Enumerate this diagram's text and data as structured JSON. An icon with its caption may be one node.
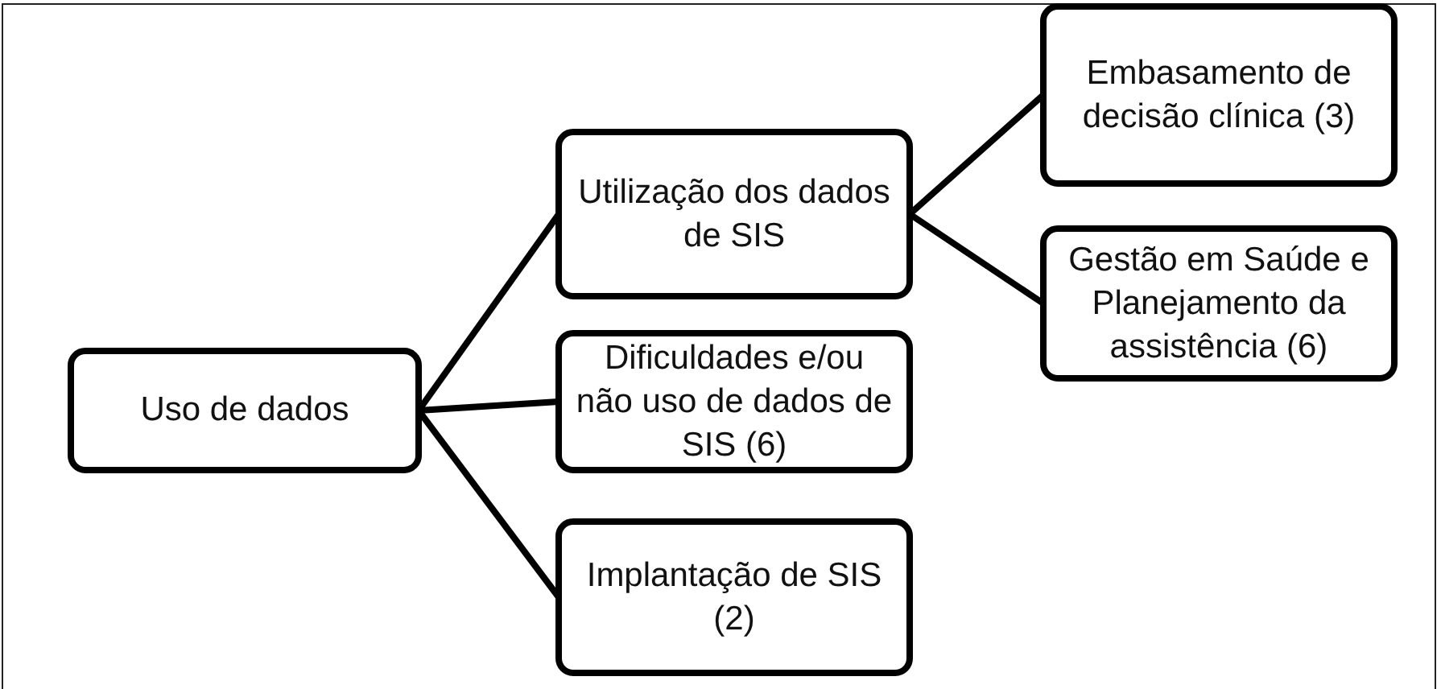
{
  "diagram": {
    "nodes": [
      {
        "text": [
          "Uso de dados"
        ]
      },
      {
        "text": [
          "Utilização dos dados de SIS"
        ]
      },
      {
        "text": [
          "Dificuldades e/ou não uso de dados de SIS (6)"
        ]
      },
      {
        "text": [
          "Implantação de SIS (2)"
        ]
      },
      {
        "text": [
          "Embasamento de decisão clínica (3)"
        ]
      },
      {
        "text": [
          "Gestão em Saúde e Planejamento da assistência (6)"
        ]
      }
    ],
    "edges": [
      {
        "from": 0,
        "to": 1,
        "arrow": "none"
      },
      {
        "from": 0,
        "to": 2,
        "arrow": "none"
      },
      {
        "from": 0,
        "to": 3,
        "arrow": "none"
      },
      {
        "from": 1,
        "to": 4,
        "arrow": "none"
      },
      {
        "from": 1,
        "to": 5,
        "arrow": "none"
      }
    ]
  }
}
